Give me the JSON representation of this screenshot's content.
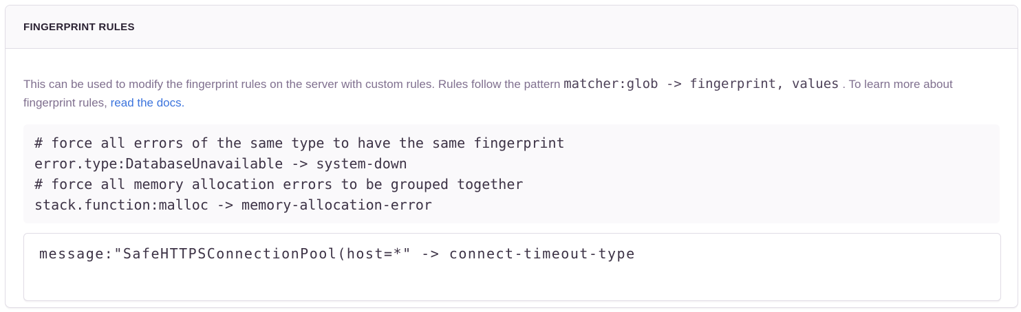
{
  "panel": {
    "title": "FINGERPRINT RULES"
  },
  "description": {
    "text_before_code": "This can be used to modify the fingerprint rules on the server with custom rules. Rules follow the pattern",
    "inline_code": "matcher:glob -> fingerprint, values",
    "text_after_code": ". To learn more about fingerprint rules,",
    "link_text": "read the docs."
  },
  "code_example": "# force all errors of the same type to have the same fingerprint\nerror.type:DatabaseUnavailable -> system-down\n# force all memory allocation errors to be grouped together\nstack.function:malloc -> memory-allocation-error",
  "editor": {
    "value": "message:\"SafeHTTPSConnectionPool(host=*\" -> connect-timeout-type"
  },
  "colors": {
    "link_blue": "#3c74dd",
    "panel_border": "#e0dce5",
    "header_background": "#faf9fb",
    "heading_text": "#2b2233",
    "body_text": "#80708f",
    "code_text": "#3d3346"
  }
}
